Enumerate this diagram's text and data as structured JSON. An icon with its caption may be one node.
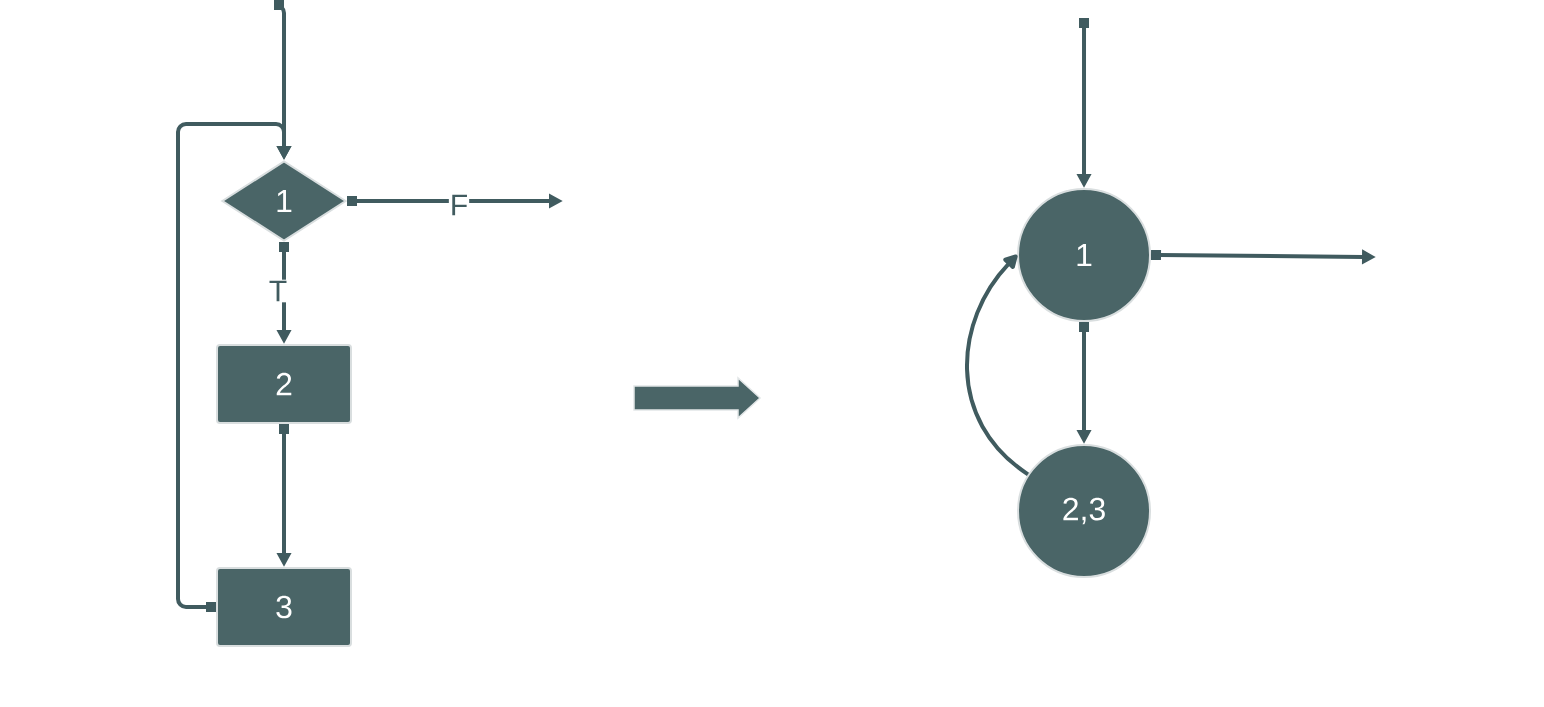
{
  "diagram": {
    "nodes": [
      {
        "text": [
          "1"
        ]
      },
      {
        "text": [
          "2"
        ]
      },
      {
        "text": [
          "3"
        ]
      },
      {
        "text": [
          "1"
        ]
      },
      {
        "text": [
          "2,3"
        ]
      }
    ],
    "edges": [
      {
        "from": null,
        "to": 0,
        "arrow": "to"
      },
      {
        "from": 0,
        "to": null,
        "arrow": "to",
        "label": "F"
      },
      {
        "from": 0,
        "to": 1,
        "arrow": "to",
        "label": "T"
      },
      {
        "from": 1,
        "to": 2,
        "arrow": "to"
      },
      {
        "from": 2,
        "to": 0,
        "arrow": "to"
      },
      {
        "from": null,
        "to": 3,
        "arrow": "to"
      },
      {
        "from": 3,
        "to": null,
        "arrow": "to"
      },
      {
        "from": 3,
        "to": 4,
        "arrow": "to"
      },
      {
        "from": 4,
        "to": 3,
        "arrow": "to"
      }
    ]
  }
}
